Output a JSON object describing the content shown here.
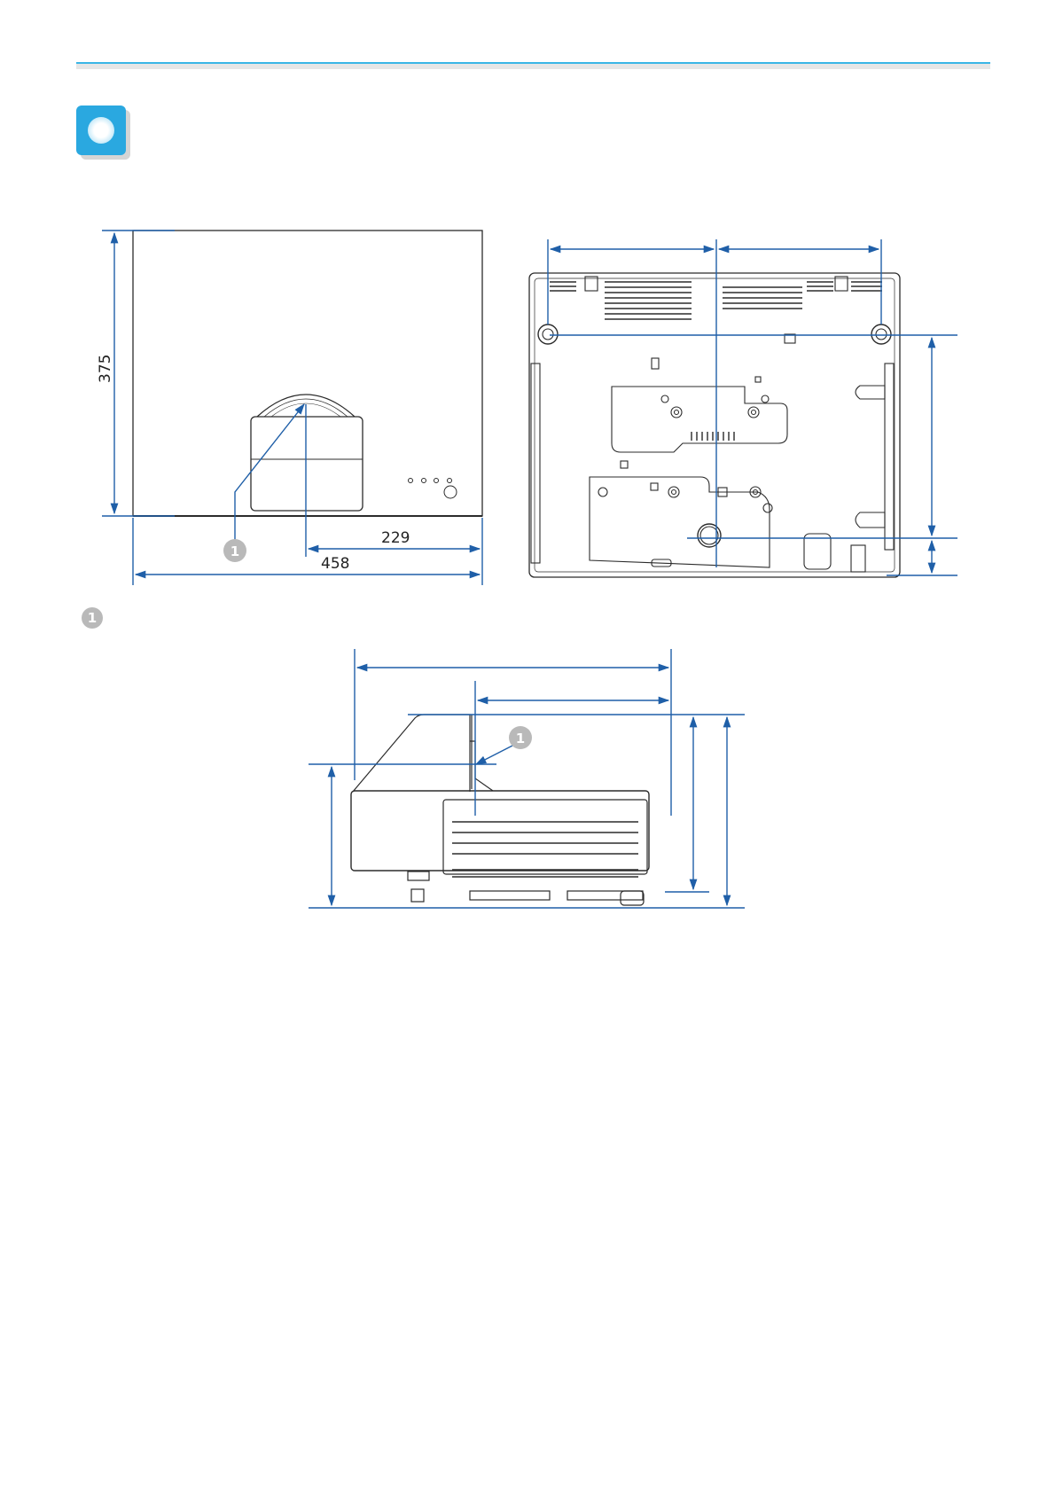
{
  "colors": {
    "header_accent": "#3ab6e6",
    "section_icon": "#2aa8e0",
    "dimension_line": "#1f5fa8",
    "outline": "#2b2b2b",
    "callout_marker": "#b9b9b9"
  },
  "section_icon": "circle-heading-icon",
  "figures": {
    "top_view": {
      "depth_label": "375",
      "lens_offset_label": "229",
      "width_label": "458",
      "callout_number": "1"
    },
    "bottom_view": {},
    "side_view": {
      "callout_number": "1"
    }
  },
  "legend": {
    "callout_number": "1"
  }
}
